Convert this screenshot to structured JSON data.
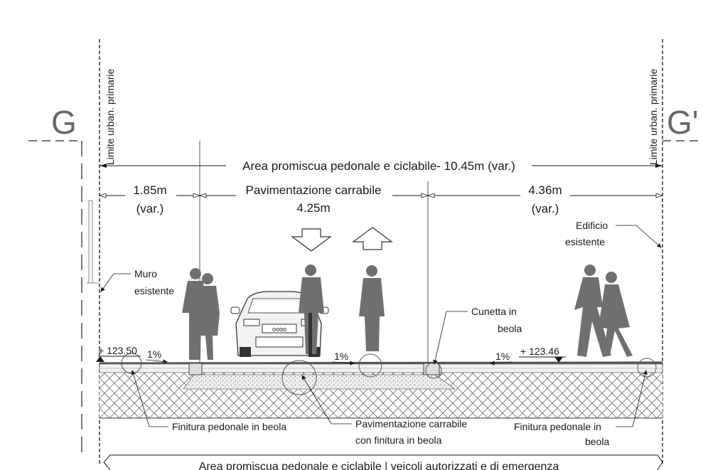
{
  "section": {
    "left_mark": "G",
    "right_mark": "G'"
  },
  "limits": {
    "left": "Limite urban. primarie",
    "right": "Limite urban. primarie"
  },
  "dimensions": {
    "overall": "Area promiscua pedonale e ciclabile- 10.45m (var.)",
    "left_width": "1.85m",
    "left_var": "(var.)",
    "center_title": "Pavimentazione carrabile",
    "center_width": "4.25m",
    "right_width": "4.36m",
    "right_var": "(var.)"
  },
  "levels": {
    "left": "+ 123.50",
    "right": "+ 123.46"
  },
  "slopes": {
    "left": "1%",
    "center": "1%",
    "right": "1%"
  },
  "callouts": {
    "muro_1": "Muro",
    "muro_2": "esistente",
    "edificio_1": "Edificio",
    "edificio_2": "esistente",
    "cunetta_1": "Cunetta in",
    "cunetta_2": "beola",
    "fin_left": "Finitura pedonale in beola",
    "pav_1": "Pavimentazione carrabile",
    "pav_2": "con finitura in beola",
    "fin_right_1": "Finitura pedonale in",
    "fin_right_2": "beola"
  },
  "bottom_label": "Area promiscua pedonale e ciclabile | veicoli autorizzati e di emergenza",
  "car_plate": "oooo"
}
